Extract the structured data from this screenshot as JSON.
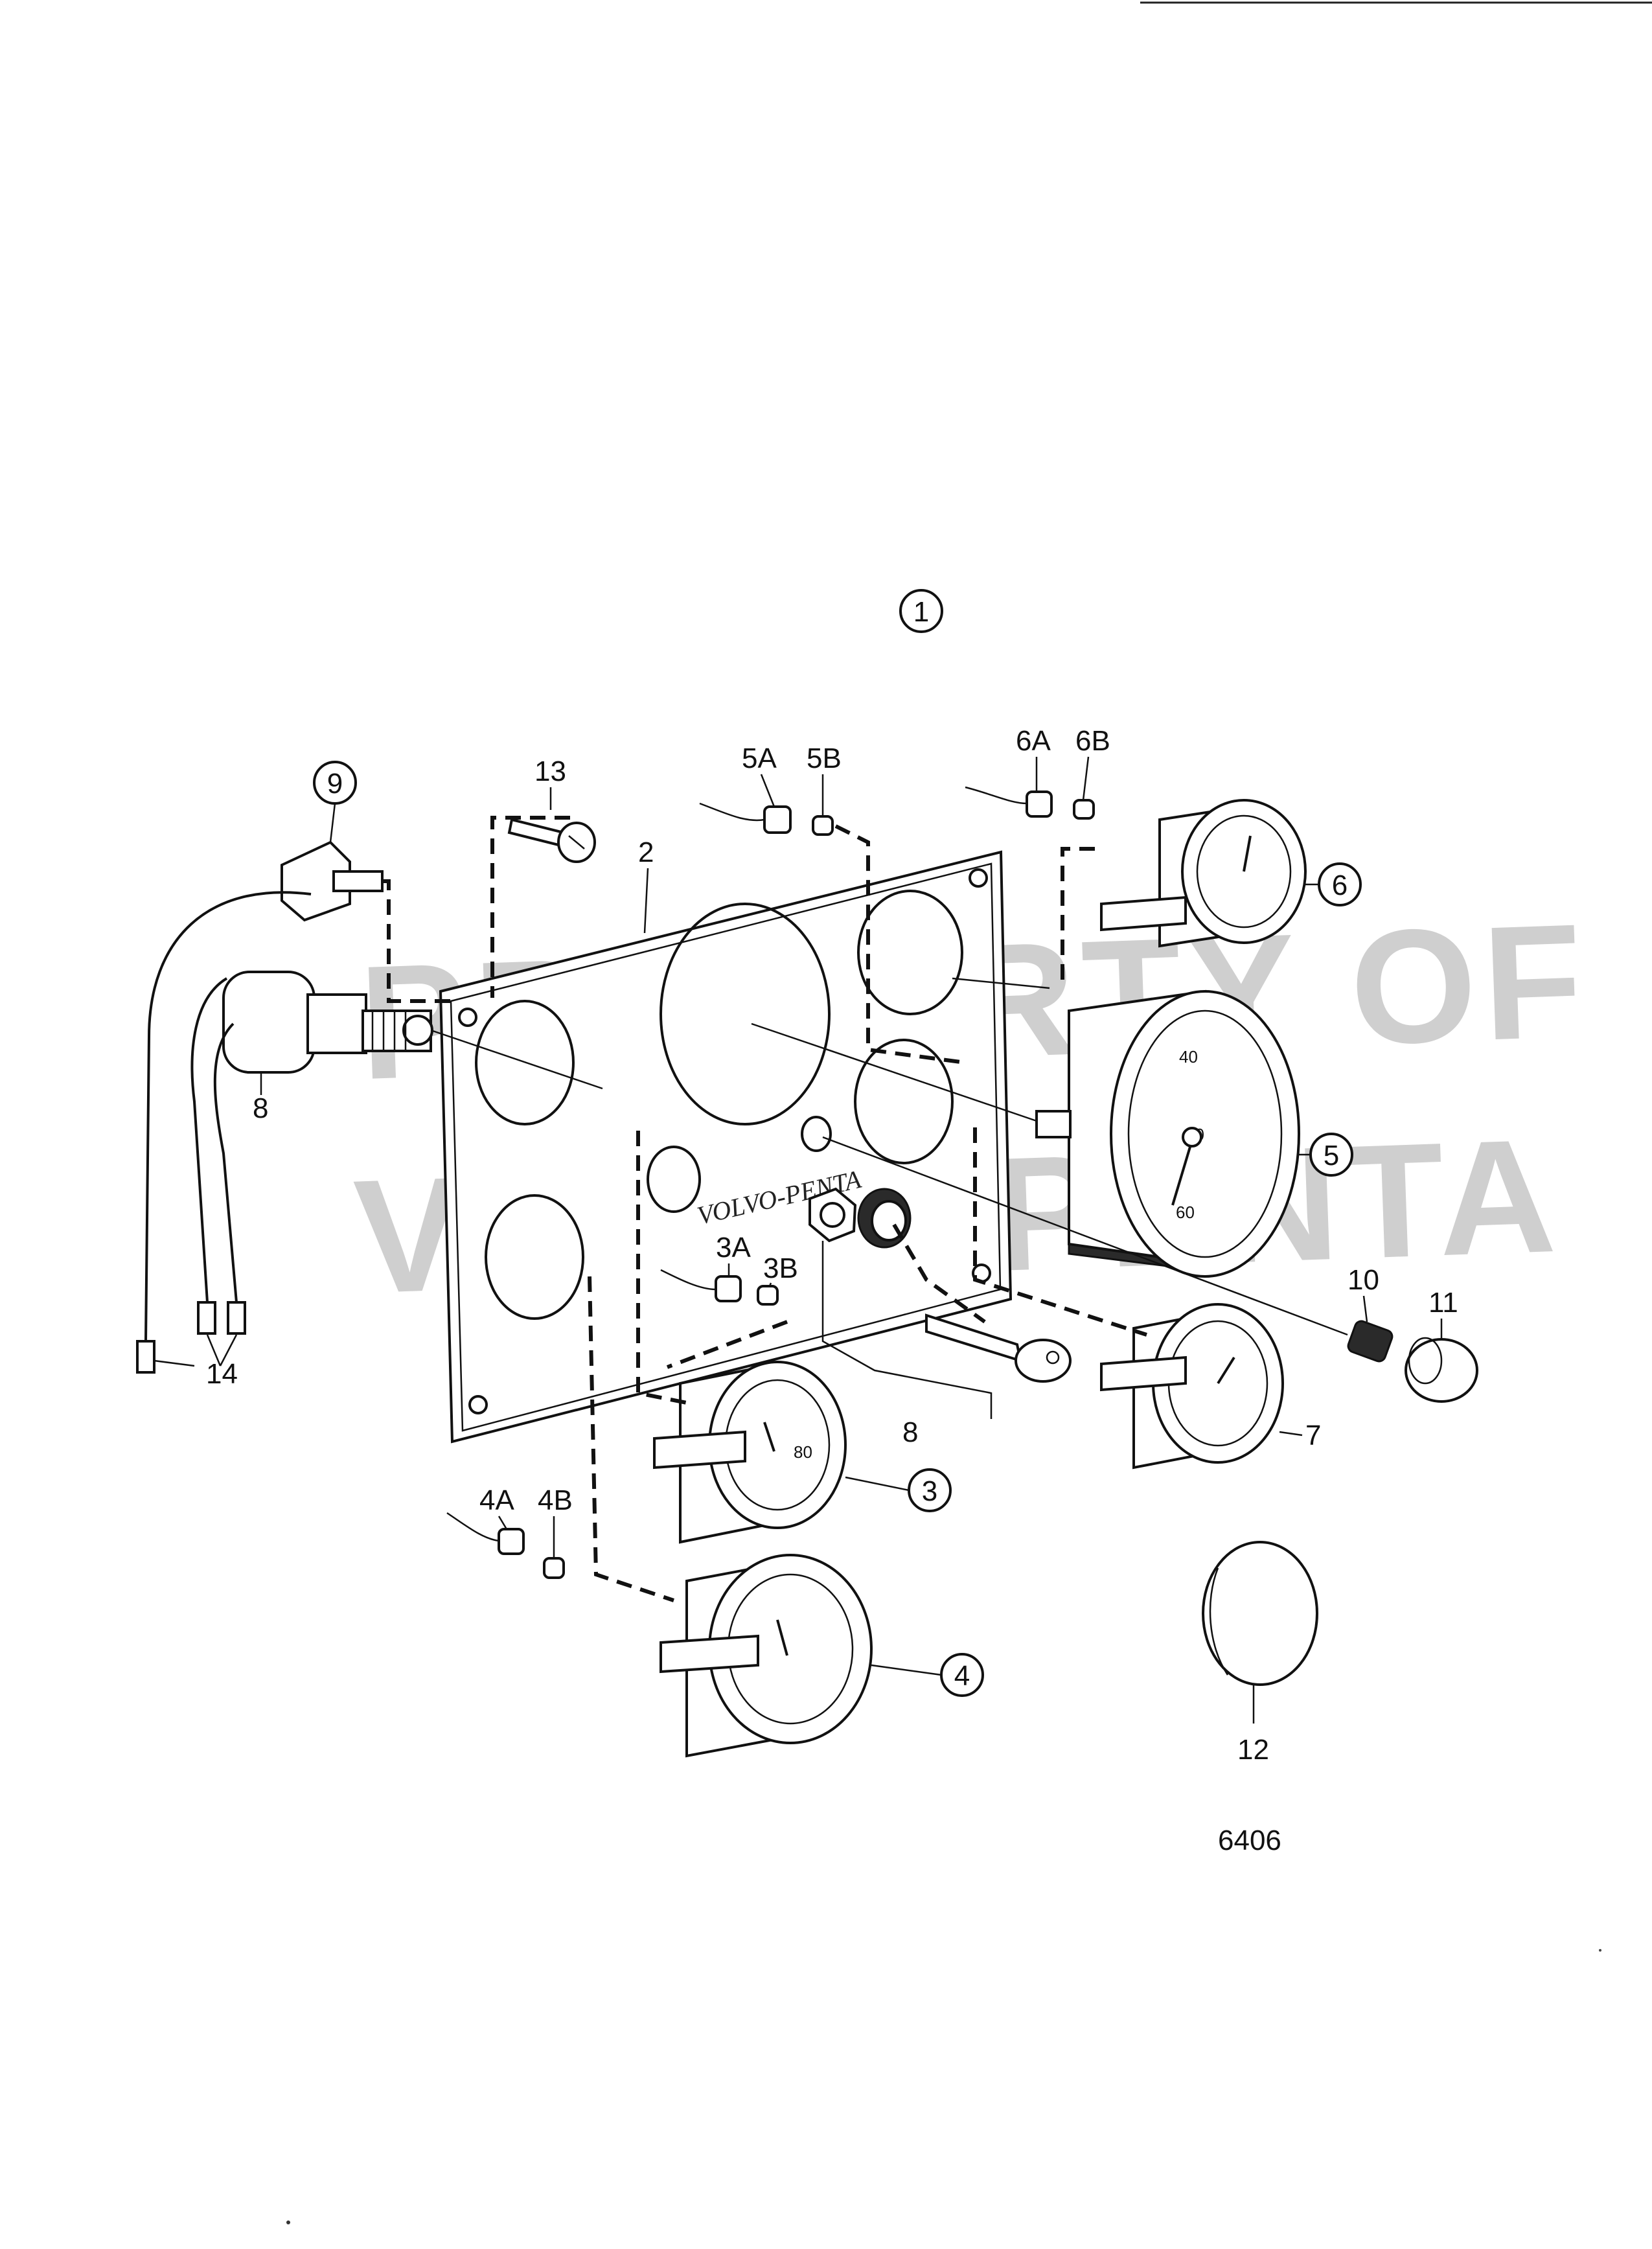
{
  "assembly_callout": "1",
  "panel": {
    "brand_text": "VOLVO-PENTA"
  },
  "watermark": {
    "line1": "PROPERTY OF",
    "line2": "VOLVO PENTA"
  },
  "gauge_scale_5": [
    "40",
    "50",
    "60"
  ],
  "gauge_scale_3": "80",
  "labels": {
    "p2": "2",
    "p3": "3",
    "p3a": "3A",
    "p3b": "3B",
    "p4": "4",
    "p4a": "4A",
    "p4b": "4B",
    "p5": "5",
    "p5a": "5A",
    "p5b": "5B",
    "p6": "6",
    "p6a": "6A",
    "p6b": "6B",
    "p7": "7",
    "p8_left": "8",
    "p8_center": "8",
    "p9": "9",
    "p10": "10",
    "p11": "11",
    "p12": "12",
    "p13": "13",
    "p14": "14"
  },
  "figure_number": "6406"
}
